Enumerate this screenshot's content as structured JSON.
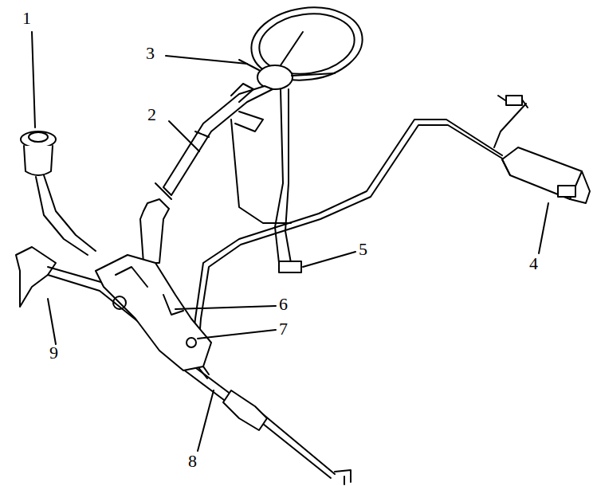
{
  "diagram": {
    "labels": [
      "1",
      "2",
      "3",
      "4",
      "5",
      "6",
      "7",
      "8",
      "9"
    ]
  }
}
